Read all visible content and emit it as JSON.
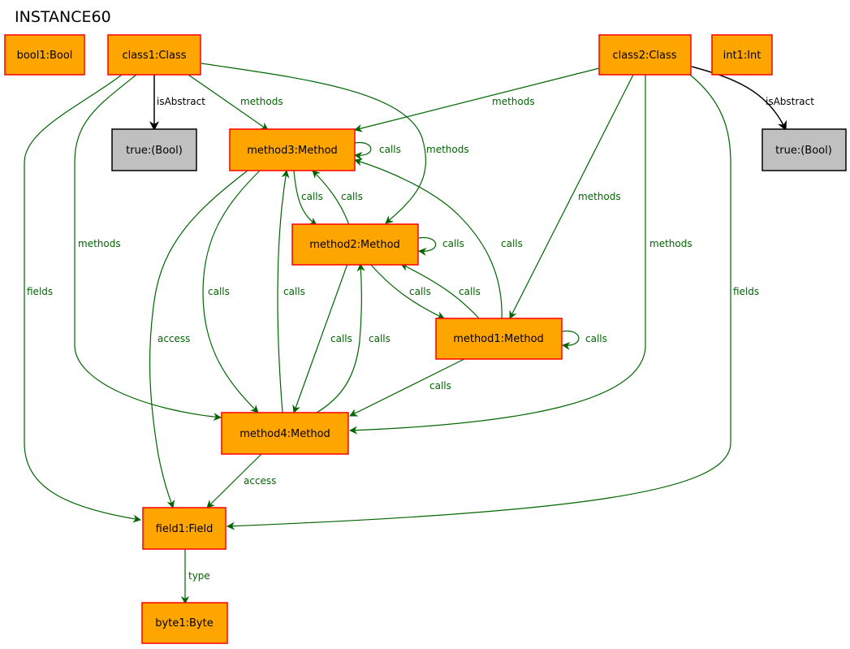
{
  "title": "INSTANCE60",
  "colors": {
    "object_fill": "#ffa500",
    "object_border": "#ff0000",
    "value_fill": "#c0c0c0",
    "value_border": "#000000",
    "edge_green": "#006400",
    "edge_black": "#000000"
  },
  "nodes": {
    "bool1": "bool1:Bool",
    "class1": "class1:Class",
    "class2": "class2:Class",
    "int1": "int1:Int",
    "true1": "true:(Bool)",
    "true2": "true:(Bool)",
    "method3": "method3:Method",
    "method2": "method2:Method",
    "method1": "method1:Method",
    "method4": "method4:Method",
    "field1": "field1:Field",
    "byte1": "byte1:Byte"
  },
  "edges": {
    "class1_isAbstract": "isAbstract",
    "class1_methods_m3": "methods",
    "class1_methods_m2": "methods",
    "class1_methods_m4": "methods",
    "class1_fields": "fields",
    "class2_isAbstract": "isAbstract",
    "class2_methods_m3": "methods",
    "class2_methods_m1": "methods",
    "class2_methods_m4": "methods",
    "class2_fields": "fields",
    "m3_self": "calls",
    "m3_m2": "calls",
    "m2_m3": "calls",
    "m1_m3": "calls",
    "m3_m4": "calls",
    "m3_access": "access",
    "m2_self": "calls",
    "m2_m1": "calls",
    "m1_m2": "calls",
    "m2_m4": "calls",
    "m4_m3": "calls",
    "m4_m2": "calls",
    "m1_self": "calls",
    "m1_m4": "calls",
    "m4_access": "access",
    "field_type": "type"
  }
}
